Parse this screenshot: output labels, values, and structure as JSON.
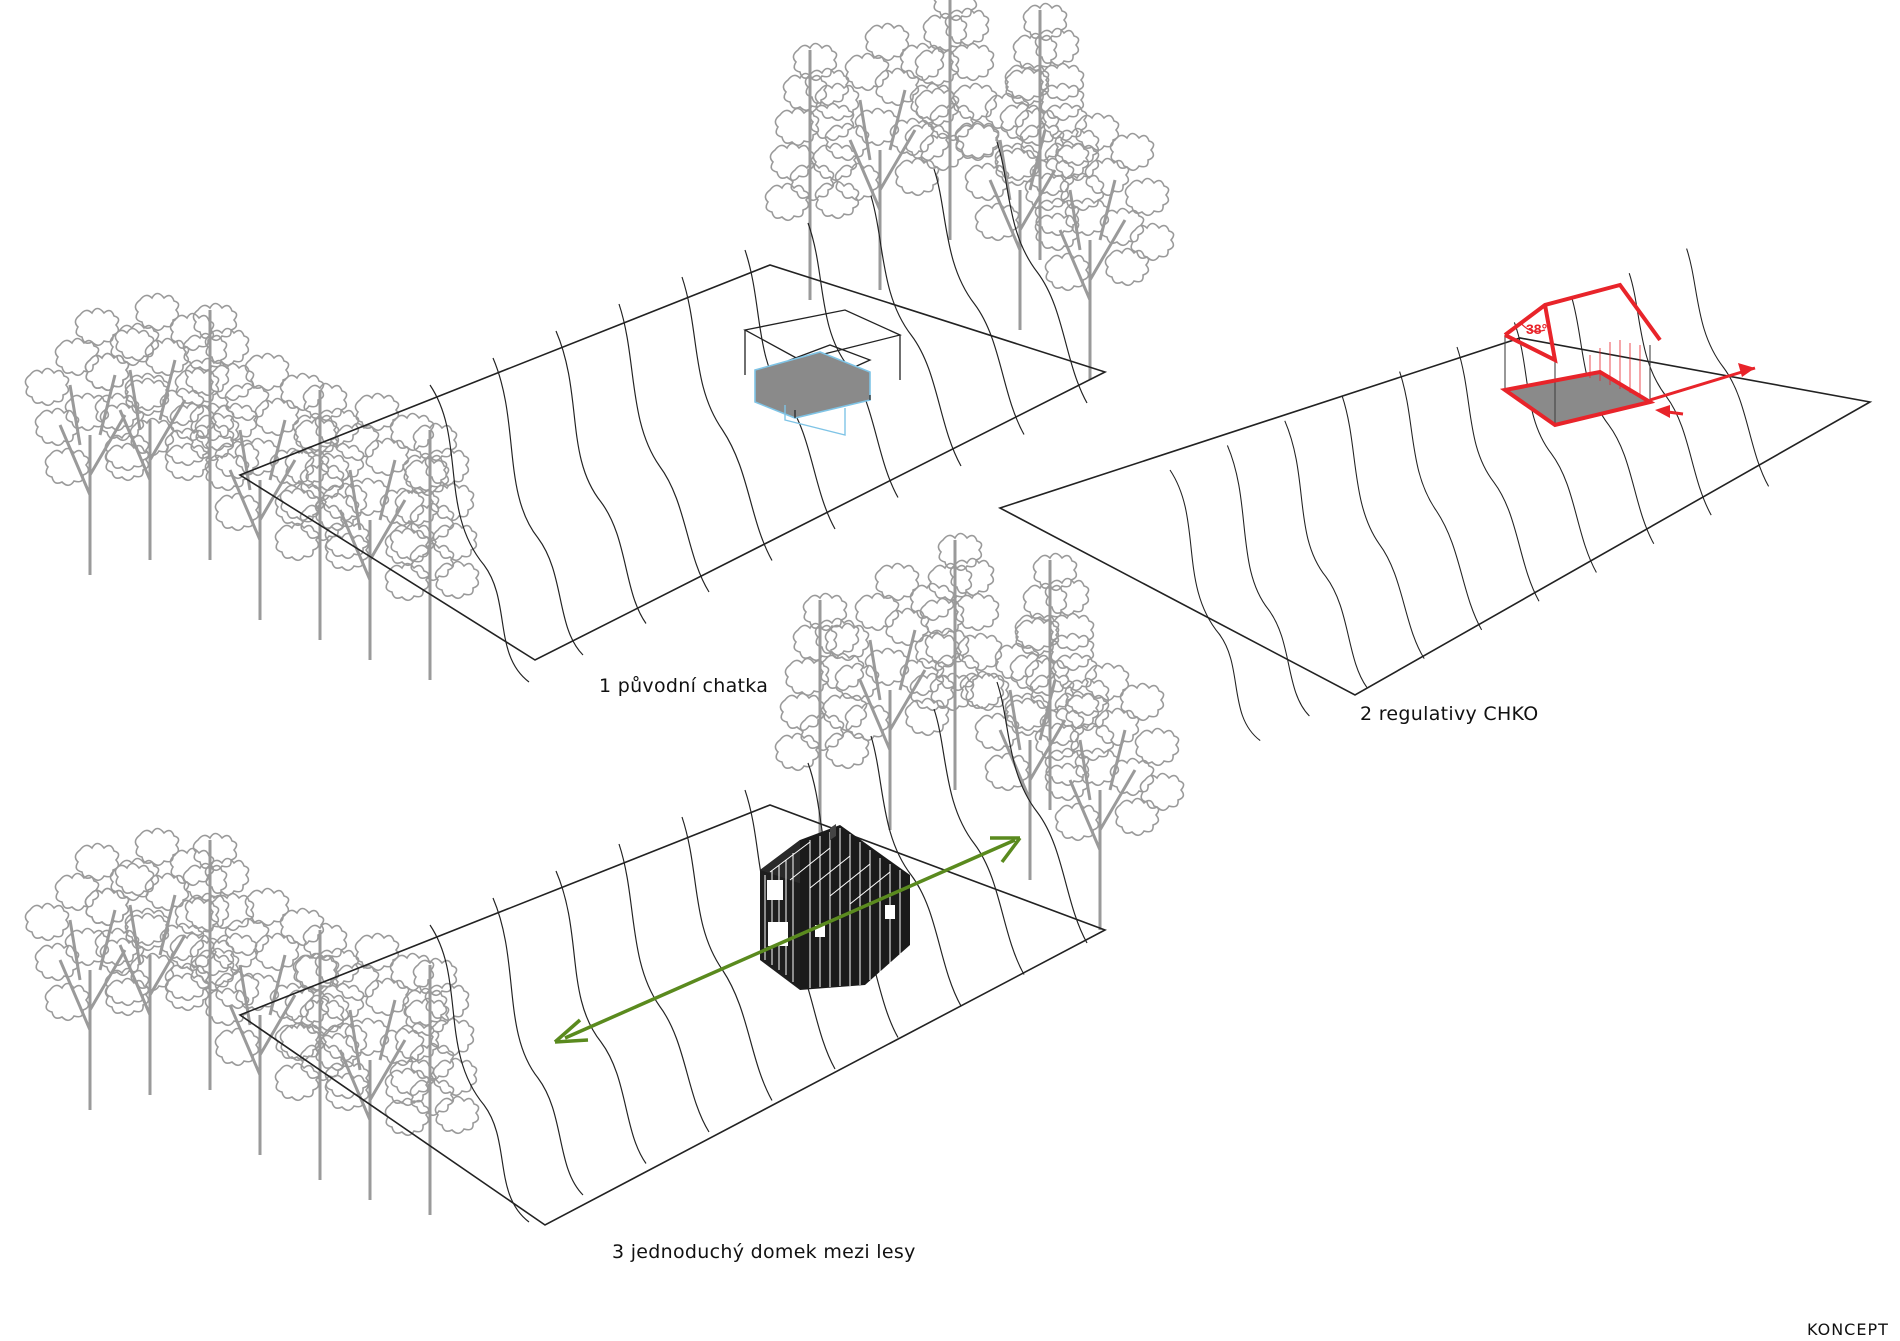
{
  "captions": {
    "panel1": "1 původní chatka",
    "panel2": "2 regulativy CHKO",
    "panel3": "3 jednoduchý domek mezi lesy"
  },
  "angle_label": "38°",
  "page_label": "KONCEPT",
  "colors": {
    "line": "#222222",
    "tree": "#9a9a9a",
    "regulation": "#e8242a",
    "axis_arrow": "#5a8a1e",
    "footprint_fill": "#8a8a8a",
    "cabin_outline": "#7fc4e6"
  }
}
